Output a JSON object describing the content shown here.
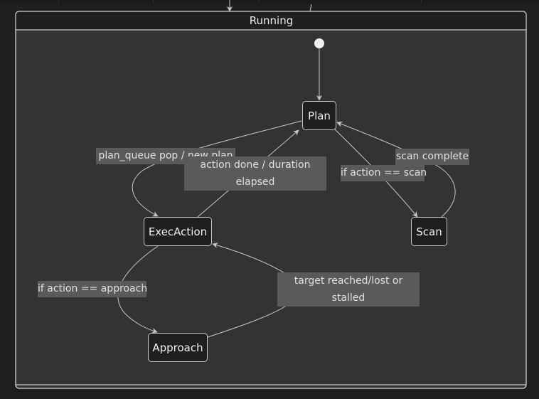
{
  "composite_state": {
    "title": "Running"
  },
  "states": [
    {
      "id": "plan",
      "label": "Plan"
    },
    {
      "id": "execaction",
      "label": "ExecAction"
    },
    {
      "id": "scan",
      "label": "Scan"
    },
    {
      "id": "approach",
      "label": "Approach"
    }
  ],
  "transitions": [
    {
      "from": "start",
      "to": "plan",
      "label": ""
    },
    {
      "from": "plan",
      "to": "execaction",
      "label": "plan_queue pop / new plan"
    },
    {
      "from": "execaction",
      "to": "plan",
      "label": "action done / duration elapsed"
    },
    {
      "from": "plan",
      "to": "scan",
      "label": "if action == scan"
    },
    {
      "from": "scan",
      "to": "plan",
      "label": "scan complete"
    },
    {
      "from": "execaction",
      "to": "approach",
      "label": "if action == approach"
    },
    {
      "from": "approach",
      "to": "execaction",
      "label": "target reached/lost or stalled"
    }
  ],
  "colors": {
    "background": "#1f1f1f",
    "container_fill": "#333333",
    "header_fill": "#1f1f1f",
    "node_fill": "#1f1f1f",
    "edge": "#c8c8c8",
    "label_bg": "#5a5a5a"
  }
}
